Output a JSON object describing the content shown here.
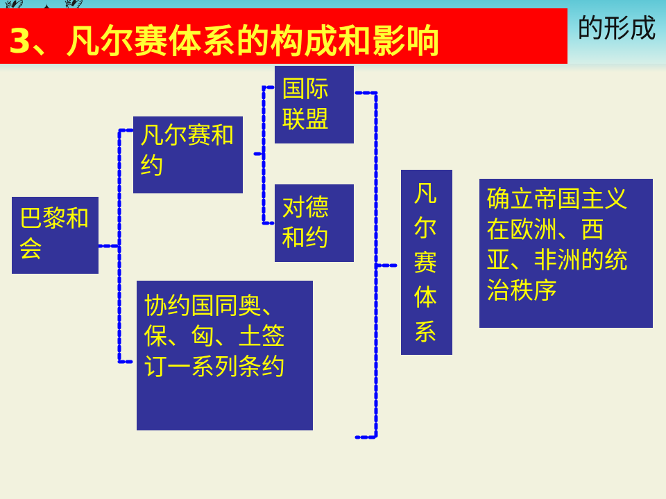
{
  "header": {
    "topic_partial": "的形成",
    "title": "3、凡尔赛体系的构成和影响"
  },
  "nodes": {
    "paris_conference": "巴黎和会",
    "versailles_treaty": "凡尔赛和约",
    "league_of_nations": "国际联盟",
    "treaty_with_germany": "对德和约",
    "other_treaties": "协约国同奥、保、匈、土签订一系列条约",
    "versailles_system": "凡尔赛体系",
    "impact": "确立帝国主义在欧洲、西亚、非洲的统治秩序"
  },
  "colors": {
    "title_bar": "#ff0000",
    "title_text": "#ffff33",
    "box_fill": "#333399",
    "box_text": "#ffff00",
    "connector": "#0000ff",
    "background": "#f2f2de"
  }
}
